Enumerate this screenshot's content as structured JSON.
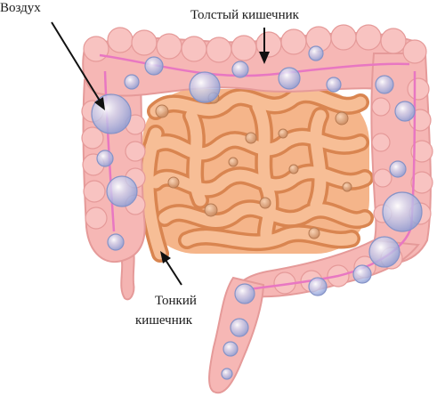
{
  "labels": {
    "air": "Воздух",
    "large_intestine": "Толстый кишечник",
    "small_intestine_line1": "Тонкий",
    "small_intestine_line2": "кишечник"
  },
  "colors": {
    "large_intestine_fill": "#f6b7b5",
    "large_intestine_edge": "#e59a99",
    "large_intestine_line": "#e877c2",
    "small_intestine_fill": "#f2a672",
    "small_intestine_edge": "#d98550",
    "bubble_fill": "#a9b8e6",
    "bubble_edge": "#8593c7",
    "arrow": "#111111"
  }
}
